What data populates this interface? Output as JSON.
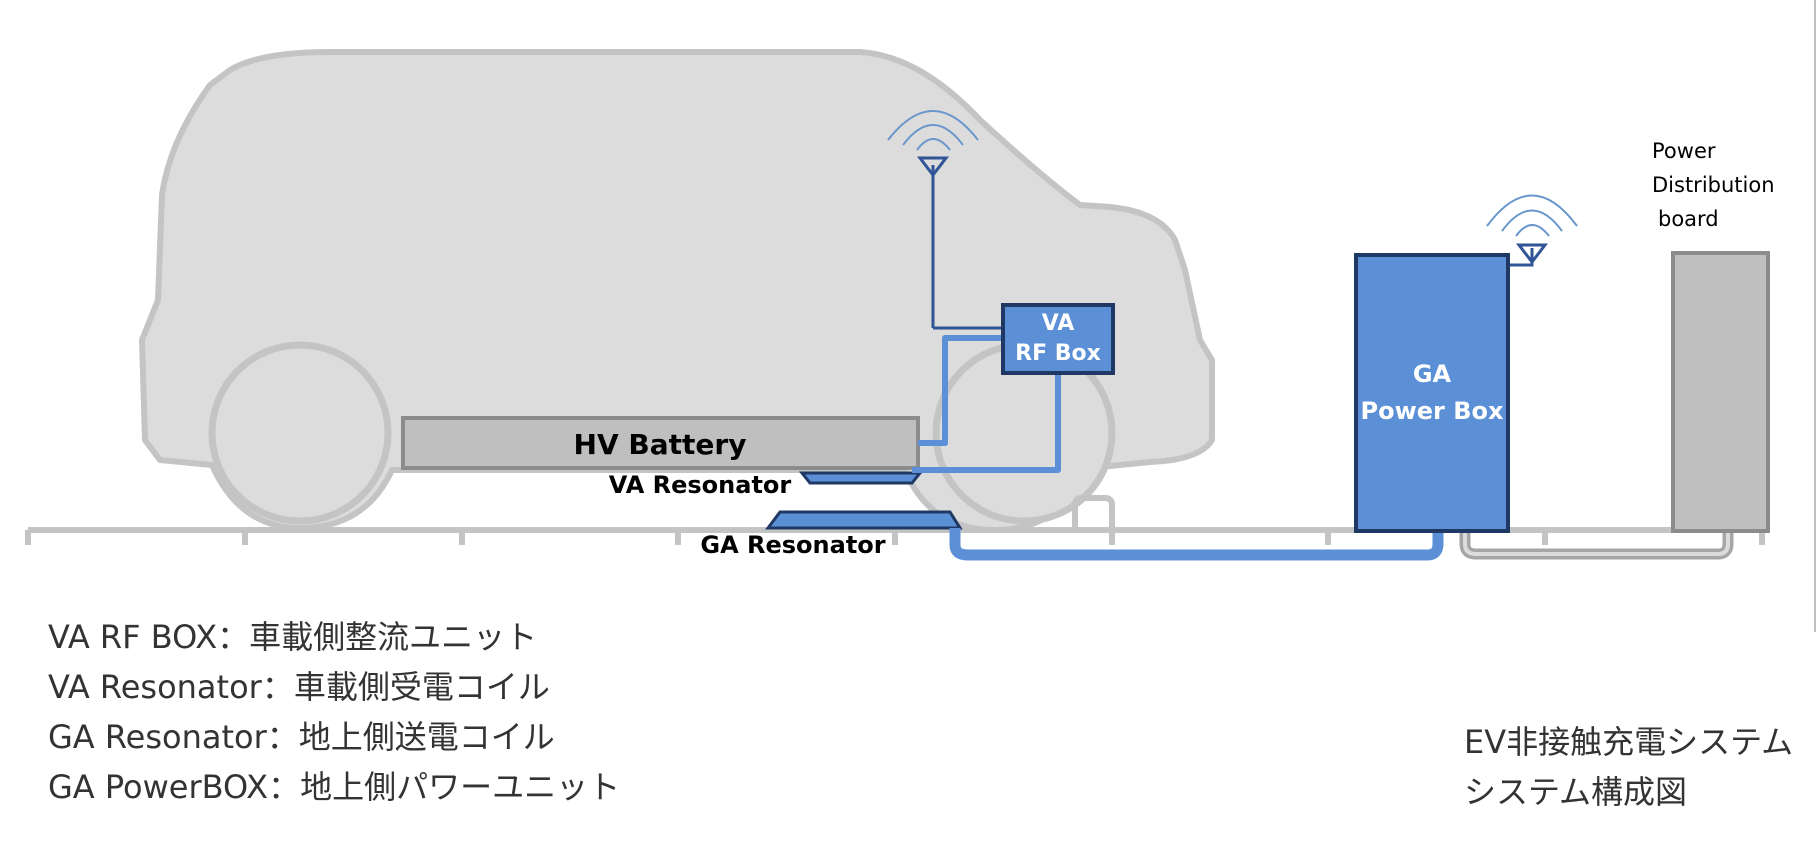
{
  "diagram": {
    "va_rf_box": {
      "line1": "VA",
      "line2": "RF Box"
    },
    "hv_battery": "HV Battery",
    "va_resonator": "VA Resonator",
    "ga_resonator": "GA Resonator",
    "ga_power_box": {
      "line1": "GA",
      "line2": "Power Box"
    },
    "power_distribution_board": {
      "line1": "Power",
      "line2": "Distribution",
      "line3": "board"
    }
  },
  "legend": [
    "VA RF BOX：車載側整流ユニット",
    "VA Resonator：車載側受電コイル",
    "GA Resonator：地上側送電コイル",
    "GA PowerBOX：地上側パワーユニット"
  ],
  "caption": {
    "line1": "EV非接触充電システム",
    "line2": "システム構成図"
  },
  "colors": {
    "car_body": "#dcdcdc",
    "car_outline": "#c4c4c4",
    "box_blue": "#5b8fd6",
    "box_border": "#1f3864",
    "cable_blue": "#5b8fd6",
    "cable_gray": "#a6a6a6",
    "board_gray": "#bfbfbf",
    "antenna": "#2f5597"
  }
}
